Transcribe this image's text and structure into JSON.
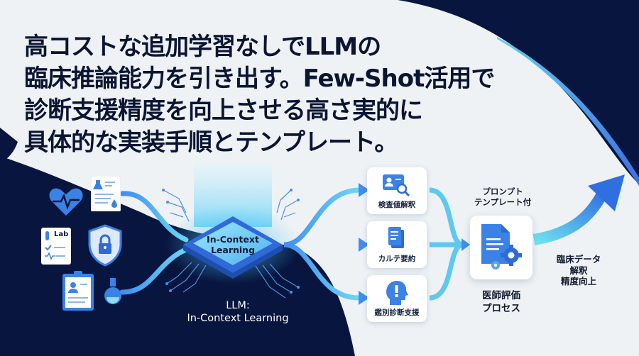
{
  "headline": {
    "lines": [
      "高コストな追加学習なしでLLMの",
      "臨床推論能力を引き出す。Few-Shot活用で",
      "診断支援精度を向上させる高さ実的に",
      "具体的な実装手順とテンプレート。"
    ]
  },
  "inputs": {
    "icons": [
      "heart-rate-icon",
      "lab-report-icon",
      "lab-results-card-icon",
      "shield-lock-icon",
      "patient-clipboard-icon",
      "flask-icon"
    ],
    "lab_card_label": "Lab"
  },
  "chip": {
    "label_line1": "In-Context",
    "label_line2": "Learning",
    "caption_line1": "LLM:",
    "caption_line2": "In-Context Learning"
  },
  "tasks": [
    {
      "label": "検査値解釈",
      "icon": "lab-search-icon"
    },
    {
      "label": "カルテ要約",
      "icon": "document-icon"
    },
    {
      "label": "鑑別診断支援",
      "icon": "head-alert-icon"
    }
  ],
  "process": {
    "prompt_label_line1": "プロンプト",
    "prompt_label_line2": "テンプレート付",
    "label_line1": "医師評価",
    "label_line2": "プロセス",
    "icon": "document-gears-icon"
  },
  "result": {
    "line1": "臨床データ",
    "line2": "解釈",
    "line3": "精度向上",
    "icon": "upward-arrow-icon"
  },
  "colors": {
    "navy": "#08163f",
    "light_bg": "#eef2f5",
    "accent_blue": "#3b82e6",
    "accent_cyan": "#5fd0ef",
    "text_dark": "#0b1533"
  }
}
